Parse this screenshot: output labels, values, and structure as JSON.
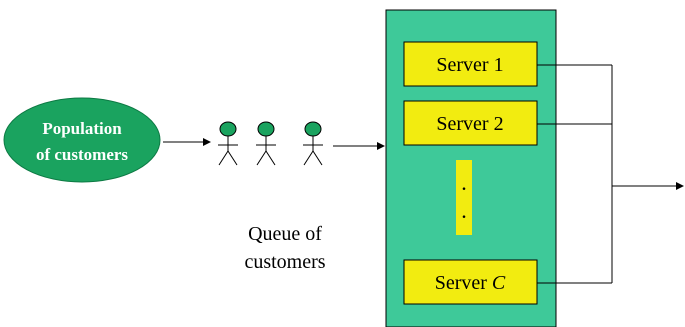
{
  "population": {
    "line1": "Population",
    "line2": "of customers"
  },
  "queue": {
    "caption_line1": "Queue of",
    "caption_line2": "customers",
    "customer_count": 3
  },
  "servers": {
    "server1": "Server 1",
    "server2": "Server 2",
    "server_c_prefix": "Server ",
    "server_c_var": "C",
    "ellipsis_dot1": ".",
    "ellipsis_dot2": "."
  },
  "colors": {
    "population_fill": "#1aa35f",
    "population_text": "#ffffff",
    "station_fill": "#3ec999",
    "server_fill": "#f2ec10",
    "line": "#000000",
    "figure_fill": "#1aa35f"
  }
}
